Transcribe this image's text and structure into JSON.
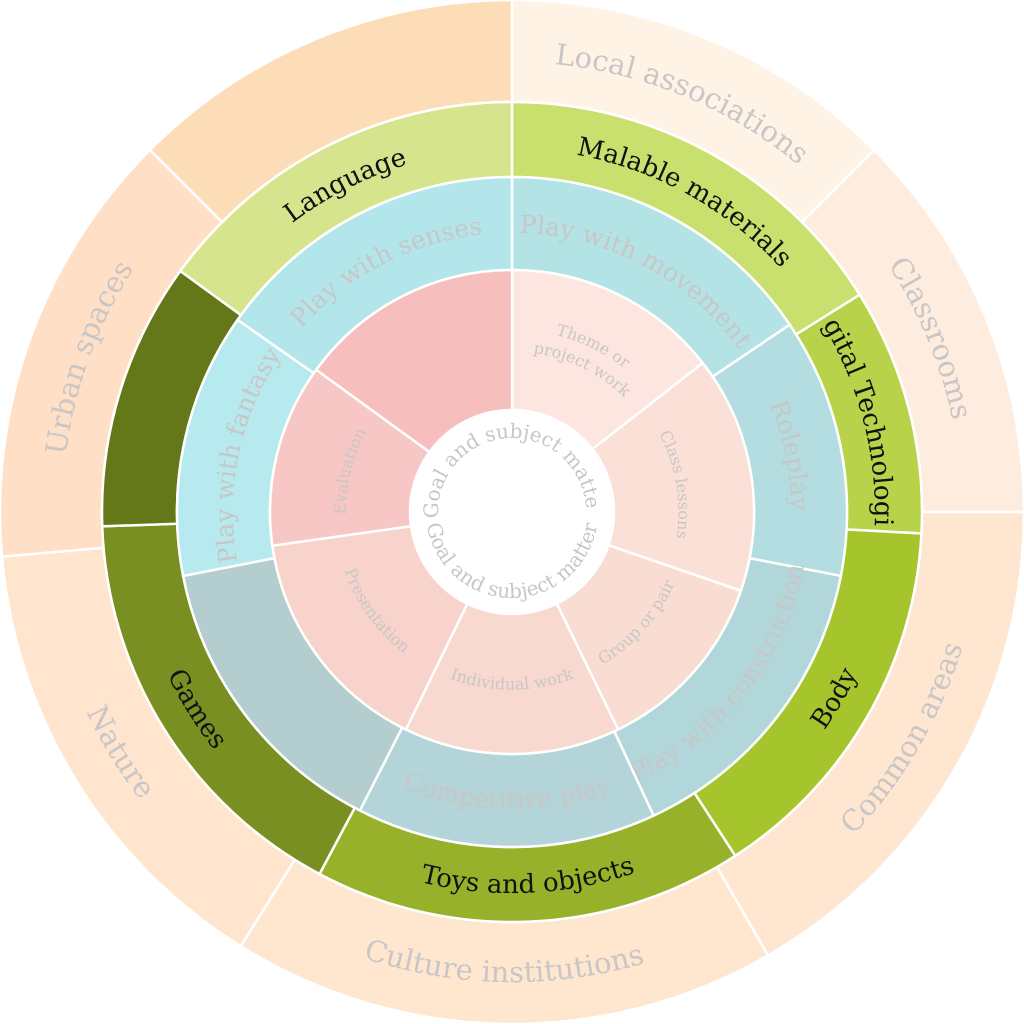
{
  "center": {
    "top_label": "Goal and subject matter",
    "bottom_label": "Goal and subject matter",
    "color": "#ffffff"
  },
  "rings": [
    {
      "key": "settings",
      "segments": [
        {
          "label": "Local associations",
          "fill": "#FFF3E6",
          "text_color": "#c8c6c6",
          "start": 0,
          "end": 45,
          "flip": false
        },
        {
          "label": "Classrooms",
          "fill": "#FEEDDF",
          "text_color": "#c8c6c6",
          "start": 45,
          "end": 90,
          "flip": false
        },
        {
          "label": "Common areas",
          "fill": "#FFE6D0",
          "text_color": "#c8c6c6",
          "start": 90,
          "end": 150,
          "flip": true
        },
        {
          "label": "Culture institutions",
          "fill": "#FFE6CF",
          "text_color": "#c8c6c6",
          "start": 150,
          "end": 212,
          "flip": true
        },
        {
          "label": "Nature",
          "fill": "#FFE4CE",
          "text_color": "#c8c6c6",
          "start": 212,
          "end": 265,
          "flip": true
        },
        {
          "label": "Urban spaces",
          "fill": "#FFE0C6",
          "text_color": "#c8c6c6",
          "start": 265,
          "end": 315,
          "flip": false
        },
        {
          "label": "",
          "fill": "#FDDDB8",
          "text_color": "#c8c6c6",
          "start": 315,
          "end": 360,
          "flip": false
        }
      ]
    },
    {
      "key": "resources",
      "segments": [
        {
          "label": "Malable materials",
          "fill": "#C9DF6E",
          "text_color": "#111111",
          "start": 0,
          "end": 58,
          "flip": false
        },
        {
          "label": "Digital Technologies",
          "fill": "#B8D34A",
          "text_color": "#111111",
          "start": 58,
          "end": 93,
          "flip": false
        },
        {
          "label": "Body",
          "fill": "#A6C42C",
          "text_color": "#111111",
          "start": 93,
          "end": 147,
          "flip": true
        },
        {
          "label": "Toys and objects",
          "fill": "#97B22A",
          "text_color": "#111111",
          "start": 147,
          "end": 208,
          "flip": true
        },
        {
          "label": "Games",
          "fill": "#7A8F22",
          "text_color": "#111111",
          "start": 208,
          "end": 268,
          "flip": true
        },
        {
          "label": "",
          "fill": "#647719",
          "text_color": "#111111",
          "start": 268,
          "end": 306,
          "flip": false
        },
        {
          "label": "Language",
          "fill": "#D6E48E",
          "text_color": "#111111",
          "start": 306,
          "end": 360,
          "flip": false
        }
      ]
    },
    {
      "key": "play",
      "segments": [
        {
          "label": "Play with movement",
          "fill": "#B4E3E5",
          "text_color": "#c8c6c6",
          "start": 0,
          "end": 56,
          "flip": false
        },
        {
          "label": "Roleplay",
          "fill": "#B3DDE0",
          "text_color": "#c8c6c6",
          "start": 56,
          "end": 101,
          "flip": false
        },
        {
          "label": "Play with construction",
          "fill": "#B1D7DB",
          "text_color": "#c8c6c6",
          "start": 101,
          "end": 155,
          "flip": true
        },
        {
          "label": "Competitive play",
          "fill": "#B3D4D8",
          "text_color": "#c8c6c6",
          "start": 155,
          "end": 207,
          "flip": true
        },
        {
          "label": "",
          "fill": "#B4CDCF",
          "text_color": "#c8c6c6",
          "start": 207,
          "end": 259,
          "flip": true
        },
        {
          "label": "Play with fantasy",
          "fill": "#B6EAEF",
          "text_color": "#c8c6c6",
          "start": 259,
          "end": 305,
          "flip": false
        },
        {
          "label": "Play with senses",
          "fill": "#B2E6EA",
          "text_color": "#c8c6c6",
          "start": 305,
          "end": 360,
          "flip": false
        }
      ]
    },
    {
      "key": "methods",
      "segments": [
        {
          "label": "Theme or project work",
          "fill": "#FCE6DF",
          "text_color": "#c8c6c6",
          "start": 0,
          "end": 52,
          "flip": false
        },
        {
          "label": "Class lessons",
          "fill": "#FAE0D6",
          "text_color": "#c8c6c6",
          "start": 52,
          "end": 109,
          "flip": false
        },
        {
          "label": "Group or pair",
          "fill": "#F9DCD2",
          "text_color": "#c8c6c6",
          "start": 109,
          "end": 154,
          "flip": true
        },
        {
          "label": "Individual work",
          "fill": "#F8D9CF",
          "text_color": "#c8c6c6",
          "start": 154,
          "end": 206,
          "flip": true
        },
        {
          "label": "Presentation",
          "fill": "#F7D3CC",
          "text_color": "#c8c6c6",
          "start": 206,
          "end": 262,
          "flip": true
        },
        {
          "label": "Evaluation",
          "fill": "#F6C7C5",
          "text_color": "#c8c6c6",
          "start": 262,
          "end": 306,
          "flip": false
        },
        {
          "label": "",
          "fill": "#F6BFBE",
          "text_color": "#c8c6c6",
          "start": 306,
          "end": 360,
          "flip": false
        }
      ]
    }
  ]
}
